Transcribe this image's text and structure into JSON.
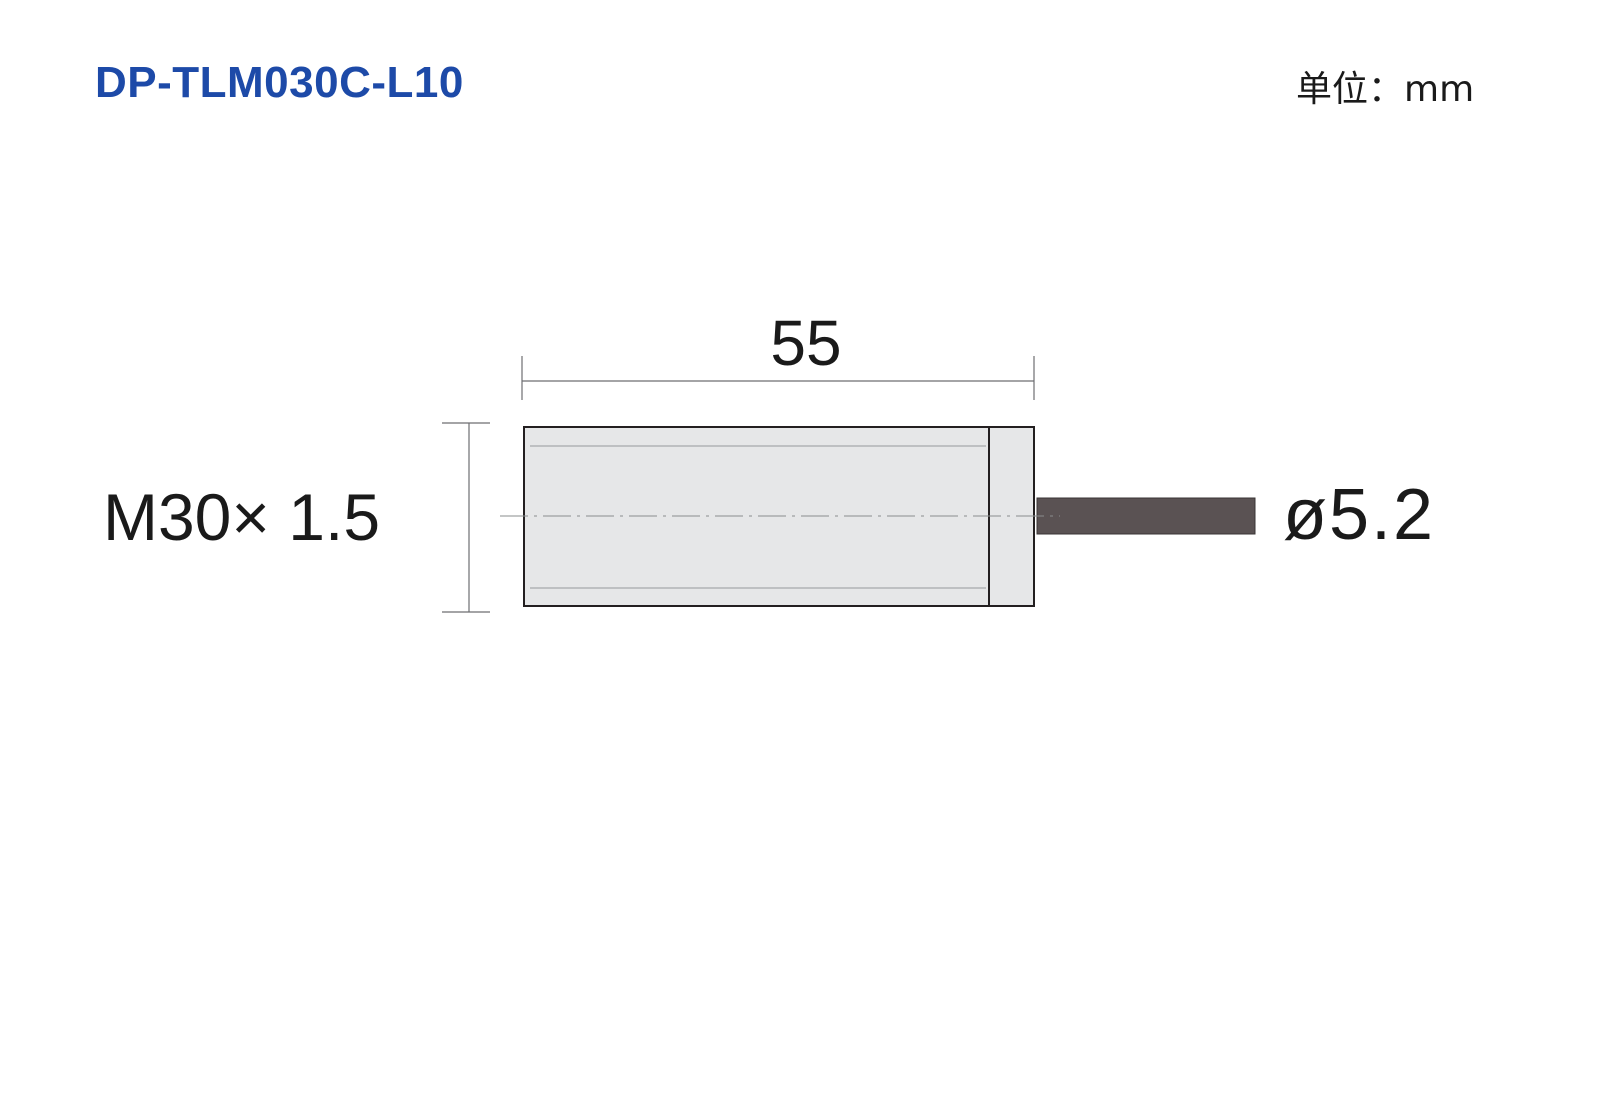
{
  "title": "DP-TLM030C-L10",
  "unit_label": "单位：mm",
  "dimensions": {
    "length": "55",
    "thread": "M30× 1.5",
    "cable_diameter": "ø5.2"
  },
  "colors": {
    "title": "#1d4aa8",
    "body_fill": "#e6e7e8",
    "cable_fill": "#5a5253",
    "outline": "#231f20",
    "dimension_line": "#6d6e71"
  }
}
